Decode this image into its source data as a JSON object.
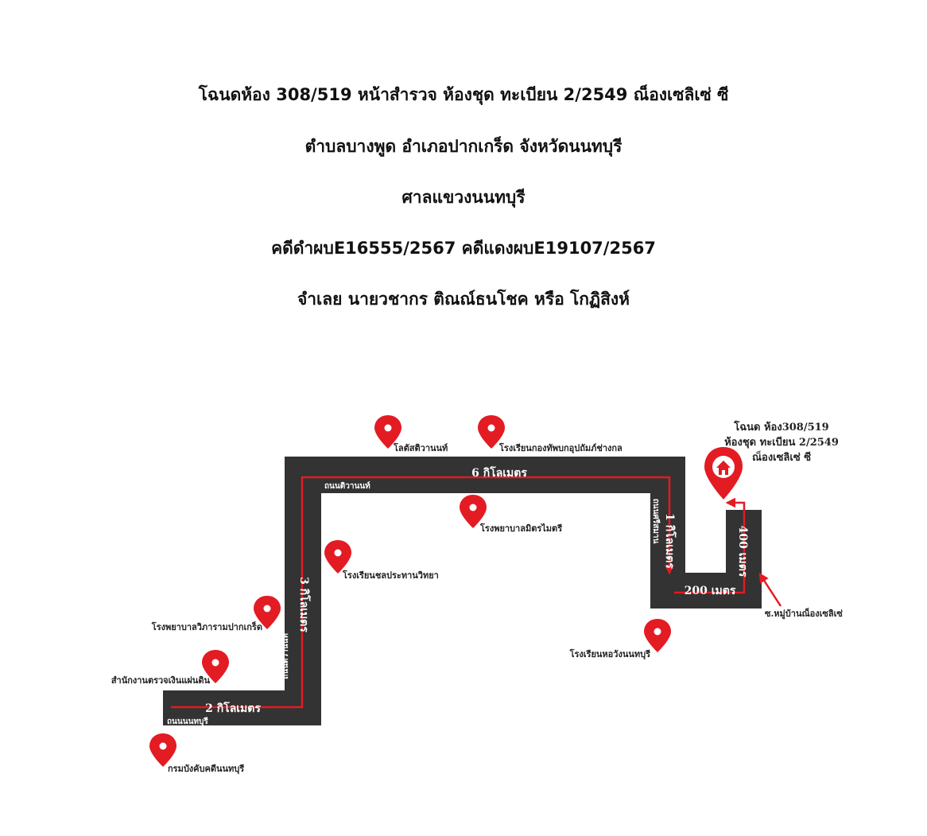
{
  "header": {
    "line1": "โฉนดห้อง 308/519 หน้าสำรวจ ห้องชุด ทะเบียน 2/2549 ณ็องเซลิเซ่ ซี",
    "line2": "ตำบลบางพูด อำเภอปากเกร็ด จังหวัดนนทบุรี",
    "line3": "ศาลแขวงนนทบุรี",
    "line4": "คดีดำผบE16555/2567 คดีแดงผบE19107/2567",
    "line5": "จำเลย นายวชากร ติณณ์ธนโชค หรือ โกฏิสิงห์"
  },
  "map": {
    "distances": {
      "d2km": "2 กิโลเมตร",
      "d3km": "3 กิโลเมตร",
      "d6km": "6 กิโลเมตร",
      "d1km": "1 กิโลเมตร",
      "d200m": "200 เมตร",
      "d400m": "400 เมตร"
    },
    "roads": {
      "nonthaburi": "ถนนนนทบุรี",
      "tiwanon_vertical": "ถนนติวานนท์",
      "tiwanon_horizontal": "ถนนติวานนท์",
      "srisamarn": "ถนนศรีสมาน"
    },
    "pois": {
      "lotus": "โลตัสติวานนท์",
      "army_school": "โรงเรียนกองทัพบกอุปถัมภ์ช่างกล",
      "mitmaitri_hospital": "โรงพยาบาลมิตรไมตรี",
      "cholprathan_school": "โรงเรียนชลประทานวิทยา",
      "vibharam_hospital": "โรงพยาบาลวิภารามปากเกร็ด",
      "audit_office": "สำนักงานตรวจเงินแผ่นดิน",
      "hathawang_school": "โรงเรียนหอวังนนทบุรี",
      "enforcement_dept": "กรมบังคับคดีนนทบุรี"
    },
    "destination": {
      "line1": "โฉนด ห้อง308/519",
      "line2": "ห้องชุด ทะเบียน 2/2549",
      "line3": "ณ็องเซลิเซ่ ซี",
      "pin_icon": "home-icon"
    },
    "entrance_label": "ซ.หมู่บ้านณ็องเซลิเซ่",
    "colors": {
      "road": "#333333",
      "route": "#e31b23",
      "pin": "#e31b23"
    }
  }
}
